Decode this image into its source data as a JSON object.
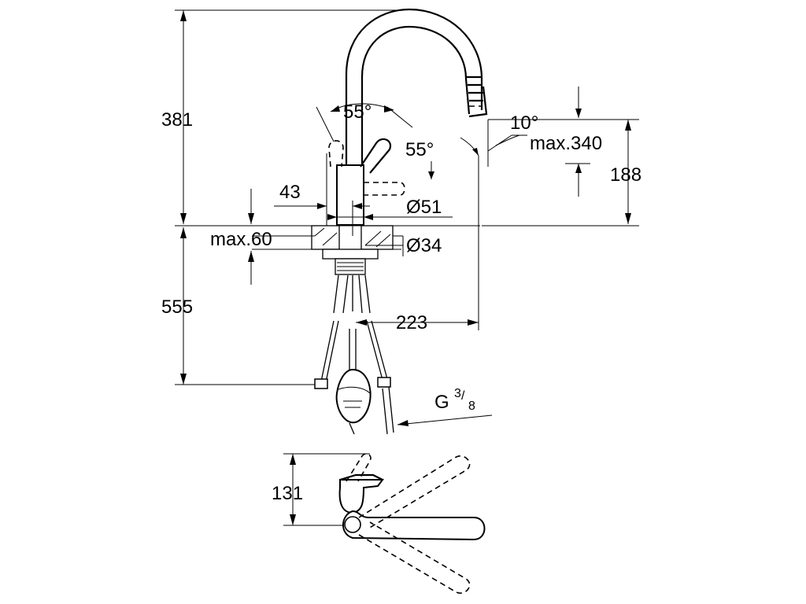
{
  "drawing": {
    "dimensions": {
      "height_total": "381",
      "angle_lever_top": "55°",
      "angle_lever_side": "55°",
      "angle_spout": "10°",
      "spout_max": "max.340",
      "spout_outlet_height": "188",
      "offset": "43",
      "diameter_body": "Ø51",
      "deck_thickness": "max.60",
      "diameter_hole": "Ø34",
      "below_deck": "555",
      "reach": "223",
      "thread_main": "G",
      "thread_num": "3",
      "thread_den": "8",
      "top_view_depth": "131"
    }
  }
}
